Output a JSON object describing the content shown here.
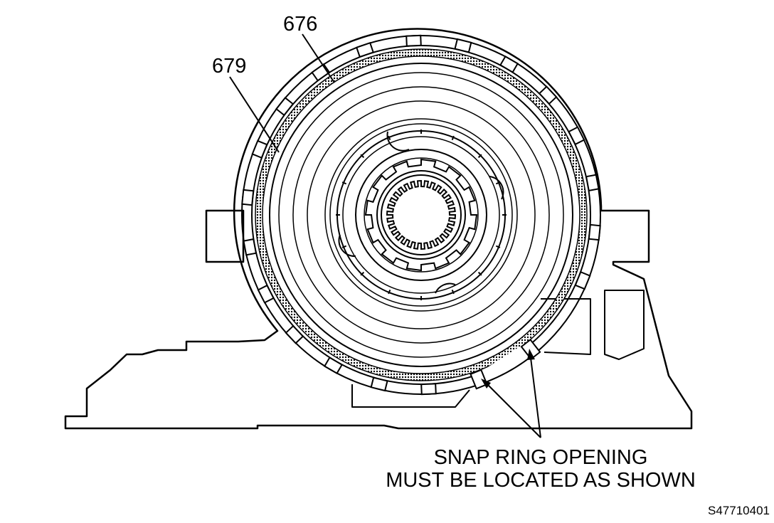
{
  "callouts": {
    "snap_ring": "676",
    "clutch_assembly": "679"
  },
  "note": {
    "line1": "SNAP RING OPENING",
    "line2": "MUST BE LOCATED AS SHOWN"
  },
  "figure_code": "S47710401"
}
